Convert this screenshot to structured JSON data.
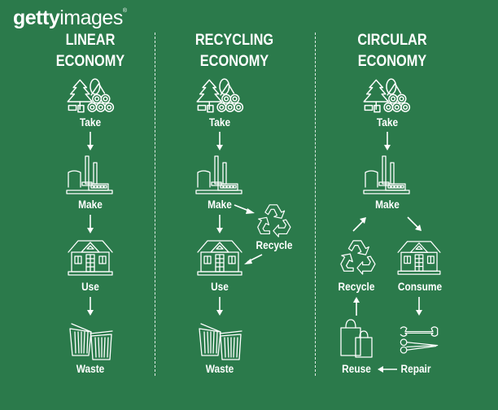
{
  "watermark": {
    "brand_bold": "getty",
    "brand_light": "images",
    "mark": "®"
  },
  "colors": {
    "background": "#2b7a4b",
    "foreground": "#ffffff"
  },
  "columns": [
    {
      "title_line1": "LINEAR",
      "title_line2": "ECONOMY",
      "steps": [
        {
          "label": "Take",
          "icon": "forest-logs-icon"
        },
        {
          "label": "Make",
          "icon": "factory-icon"
        },
        {
          "label": "Use",
          "icon": "house-icon"
        },
        {
          "label": "Waste",
          "icon": "trash-cans-icon"
        }
      ]
    },
    {
      "title_line1": "RECYCLING",
      "title_line2": "ECONOMY",
      "steps": [
        {
          "label": "Take",
          "icon": "forest-logs-icon"
        },
        {
          "label": "Make",
          "icon": "factory-icon"
        },
        {
          "label": "Recycle",
          "icon": "recycle-icon"
        },
        {
          "label": "Use",
          "icon": "house-icon"
        },
        {
          "label": "Waste",
          "icon": "trash-cans-icon"
        }
      ]
    },
    {
      "title_line1": "CIRCULAR",
      "title_line2": "ECONOMY",
      "steps": [
        {
          "label": "Take",
          "icon": "forest-logs-icon"
        },
        {
          "label": "Make",
          "icon": "factory-icon"
        },
        {
          "label": "Consume",
          "icon": "house-icon"
        },
        {
          "label": "Repair",
          "icon": "wrench-scissors-icon"
        },
        {
          "label": "Reuse",
          "icon": "shopping-bags-icon"
        },
        {
          "label": "Recycle",
          "icon": "recycle-icon"
        }
      ]
    }
  ]
}
